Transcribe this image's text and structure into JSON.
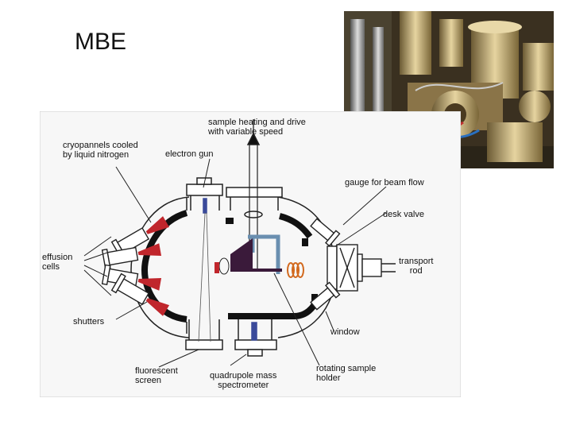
{
  "slide": {
    "title": "MBE"
  },
  "photo": {
    "alt": "MBE apparatus photograph"
  },
  "diagram": {
    "labels": {
      "sample_heating": "sample heating and drive\nwith variable speed",
      "cryopannels": "cryopannels cooled\nby liquid nitrogen",
      "electron_gun": "electron gun",
      "gauge": "gauge for beam flow",
      "desk_valve": "desk valve",
      "effusion_cells": "effusion\ncells",
      "transport_rod": "transport\nrod",
      "shutters": "shutters",
      "window": "window",
      "fluorescent_screen": "fluorescent\nscreen",
      "quadrupole": "quadrupole mass\nspectrometer",
      "rotating_holder": "rotating sample\nholder"
    },
    "colors": {
      "chamber_wall": "#111111",
      "effusion_red": "#c0262c",
      "holder_blue": "#6a8fb0",
      "heater_orange": "#d2691e",
      "substrate_purple": "#3a1a3a"
    }
  }
}
